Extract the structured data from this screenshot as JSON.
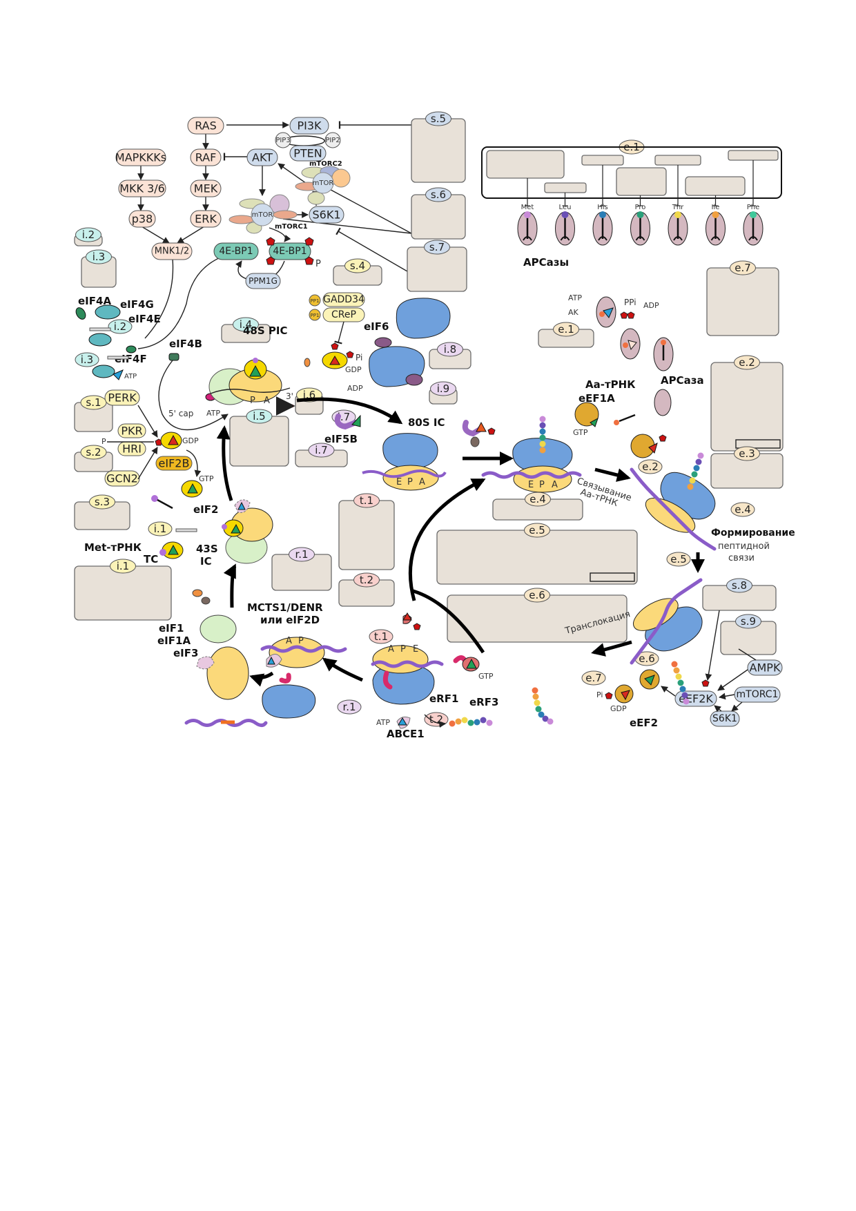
{
  "signaling": {
    "nodes": {
      "ras": "RAS",
      "pi3k": "PI3K",
      "pip3": "PIP3",
      "pip2": "PIP2",
      "pten": "PTEN",
      "raf": "RAF",
      "akt": "AKT",
      "mapkkks": "MAPKKKs",
      "mkk36": "MKK 3/6",
      "mek": "MEK",
      "p38": "p38",
      "erk": "ERK",
      "mnk12": "MNK1/2",
      "eif4ebp1": "4E-BP1",
      "eif4ebp1_p": "4E-BP1",
      "ppm1g": "PPM1G",
      "s6k1": "S6K1",
      "mtor": "mTOR",
      "mtorc1": "mTORC1",
      "mtorc2": "mTORC2",
      "p": "P"
    }
  },
  "initiation": {
    "eif4a": "eIF4A",
    "eif4g": "eIF4G",
    "eif4e": "eIF4E",
    "eif4f": "eIF4F",
    "eif4b": "eIF4B",
    "atp": "ATP",
    "cap": "5' cap",
    "three_prime": "3'",
    "pic48s": "48S PIC",
    "perk": "PERK",
    "pkr": "PKR",
    "hri": "HRI",
    "gcn2": "GCN2",
    "eif2b": "eIF2B",
    "gdp": "GDP",
    "gtp": "GTP",
    "eif2": "eIF2",
    "met_trna": "Met-тРНК",
    "tc": "TC",
    "ic43s_1": "43S",
    "ic43s_2": "IC",
    "gadd34": "GADD34",
    "crep": "CReP",
    "pp1": "PP1",
    "pi": "Pi",
    "adp": "ADP",
    "eif6": "eIF6",
    "eif5b": "eIF5B",
    "ic80s": "80S IC",
    "eif1": "eIF1",
    "eif1a": "eIF1A",
    "eif3": "eIF3",
    "p_site": "P",
    "a_site": "A",
    "e_site": "E"
  },
  "recycling": {
    "mcts1_1": "MCTS1/DENR",
    "mcts1_2": "или eIF2D",
    "erf1": "eRF1",
    "erf3": "eRF3",
    "abce1": "ABCE1"
  },
  "elongation": {
    "arsases": "APCазы",
    "arsase": "APCаза",
    "aa_trna": "Aa-тРНК",
    "eef1a": "eEF1A",
    "atp": "ATP",
    "ak": "AK",
    "ppi": "PPi",
    "adp": "ADP",
    "binding_1": "Связывание",
    "binding_2": "Aa-тРНК",
    "peptide_1": "Формирование",
    "peptide_2": "пептидной",
    "peptide_3": "связи",
    "translocation": "Транслокация",
    "eef2": "eEF2",
    "eef2k": "eEF2K",
    "ampk": "AMPK",
    "mtorc1": "mTORC1",
    "s6k1": "S6K1",
    "pi": "Pi",
    "gdp": "GDP",
    "amino_acids": [
      "Met",
      "Leu",
      "His",
      "Pro",
      "Thr",
      "Ile",
      "Phe"
    ],
    "amino_acid_colors": [
      "#c98ad8",
      "#6a4fb5",
      "#2a7db5",
      "#2aa07a",
      "#f0d84a",
      "#f0a040",
      "#40c89a"
    ]
  },
  "tags": {
    "s1": "s.1",
    "s2": "s.2",
    "s3": "s.3",
    "s4": "s.4",
    "s5": "s.5",
    "s6": "s.6",
    "s7": "s.7",
    "s8": "s.8",
    "s9": "s.9",
    "i1": "i.1",
    "i2": "i.2",
    "i3": "i.3",
    "i4": "i.4",
    "i5": "i.5",
    "i6": "i.6",
    "i7": "i.7",
    "i8": "i.8",
    "i9": "i.9",
    "e1": "e.1",
    "e2": "e.2",
    "e3": "e.3",
    "e4": "e.4",
    "e5": "e.5",
    "e6": "e.6",
    "e7": "e.7",
    "t1": "t.1",
    "t2": "t.2",
    "r1": "r.1"
  },
  "colors": {
    "signal_pink": "#fbe3d6",
    "signal_blue": "#cfdcec",
    "init_teal": "#c8f0ec",
    "init_yellow": "#fbf3b8",
    "elong_tan": "#f7e6c8",
    "term_pink": "#f8d0cc",
    "recyc_lilac": "#ead8f0",
    "box_fill": "#e8e1d8",
    "ribosome_large": "#6fa0dc",
    "ribosome_small": "#fbd97a",
    "mrna": "#8a5cc8"
  }
}
